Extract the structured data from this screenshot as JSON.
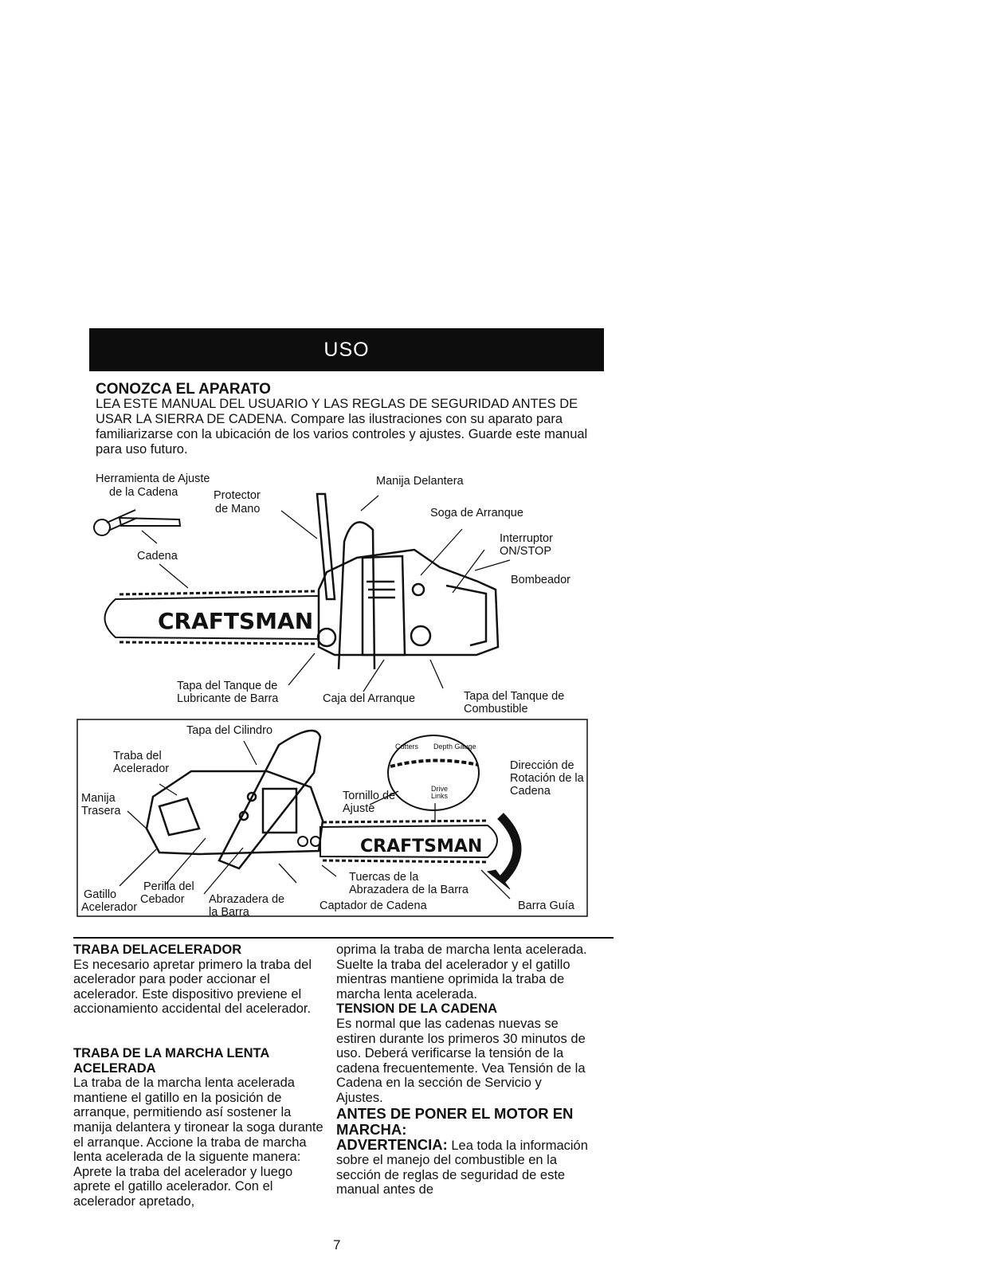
{
  "header": {
    "title": "USO"
  },
  "intro": {
    "title": "CONOZCA EL APARATO",
    "text": "LEA ESTE MANUAL DEL USUARIO Y LAS REGLAS DE SEGURIDAD ANTES DE USAR LA SIERRA DE CADENA. Compare las ilustraciones con su aparato para familiarizarse con la ubicación de los varios controles y ajustes. Guarde este manual para uso futuro."
  },
  "diagram_top": {
    "brand": "CRAFTSMAN",
    "labels": {
      "herramienta_1": "Herramienta de Ajuste",
      "herramienta_2": "de la Cadena",
      "protector_1": "Protector",
      "protector_2": "de Mano",
      "cadena": "Cadena",
      "manija_delantera": "Manija Delantera",
      "soga": "Soga de Arranque",
      "interruptor_1": "Interruptor",
      "interruptor_2": "ON/STOP",
      "bombeador": "Bombeador",
      "tapa_lub_1": "Tapa del Tanque de",
      "tapa_lub_2": "Lubricante de Barra",
      "caja": "Caja del Arranque",
      "tapa_comb_1": "Tapa del Tanque de",
      "tapa_comb_2": "Combustible"
    }
  },
  "diagram_bottom": {
    "brand": "CRAFTSMAN",
    "labels": {
      "tapa_cilindro": "Tapa del Cilindro",
      "traba_1": "Traba del",
      "traba_2": "Acelerador",
      "manija_1": "Manija",
      "manija_2": "Trasera",
      "tornillo_1": "Tornillo de",
      "tornillo_2": "Ajuste",
      "direccion_1": "Dirección de",
      "direccion_2": "Rotación de la",
      "direccion_3": "Cadena",
      "cutters": "Cutters",
      "depth_gauge": "Depth Gauge",
      "drive_1": "Drive",
      "drive_2": "Links",
      "gatillo_1": "Gatillo",
      "gatillo_2": "Acelerador",
      "perilla_1": "Perilla del",
      "perilla_2": "Cebador",
      "abrazadera_1": "Abrazadera de",
      "abrazadera_2": "la Barra",
      "tuercas_1": "Tuercas de la",
      "tuercas_2": "Abrazadera de la Barra",
      "captador": "Captador de Cadena",
      "barra": "Barra Guía"
    }
  },
  "sections": {
    "traba_acelerador": {
      "title": "TRABA DELACELERADOR",
      "text": "Es necesario apretar primero la traba del acelerador para poder accionar el acelerador. Este dispositivo previene el accionamiento accidental del acelerador."
    },
    "traba_marcha": {
      "title": "TRABA DE LA MARCHA LENTA ACELERADA",
      "text": "La traba de la marcha lenta acelerada mantiene el gatillo en la posición de arranque, permitiendo así sostener la manija delantera y tironear la soga durante el arranque. Accione la traba de marcha lenta acelerada de la siguente manera: Aprete la traba del acelerador y luego aprete el gatillo acelerador. Con el acelerador apretado,"
    },
    "col2_cont": "oprima la traba de marcha lenta acelerada. Suelte la traba del acelerador y el gatillo mientras mantiene oprimida la traba de marcha lenta acelerada.",
    "tension": {
      "title": "TENSION DE LA CADENA",
      "text": "Es normal que las cadenas nuevas se estiren durante los primeros 30 minutos de uso. Deberá verificarse la tensión de la cadena frecuentemente. Vea Tensión de la Cadena en la sección de Servicio y Ajustes."
    },
    "antes": {
      "title": "ANTES DE PONER EL MOTOR EN MARCHA:",
      "warning_label": "ADVERTENCIA:",
      "warning_text": "Lea toda la información sobre el manejo del combustible en la sección de reglas de seguridad de este manual antes de"
    }
  },
  "page_number": "7"
}
